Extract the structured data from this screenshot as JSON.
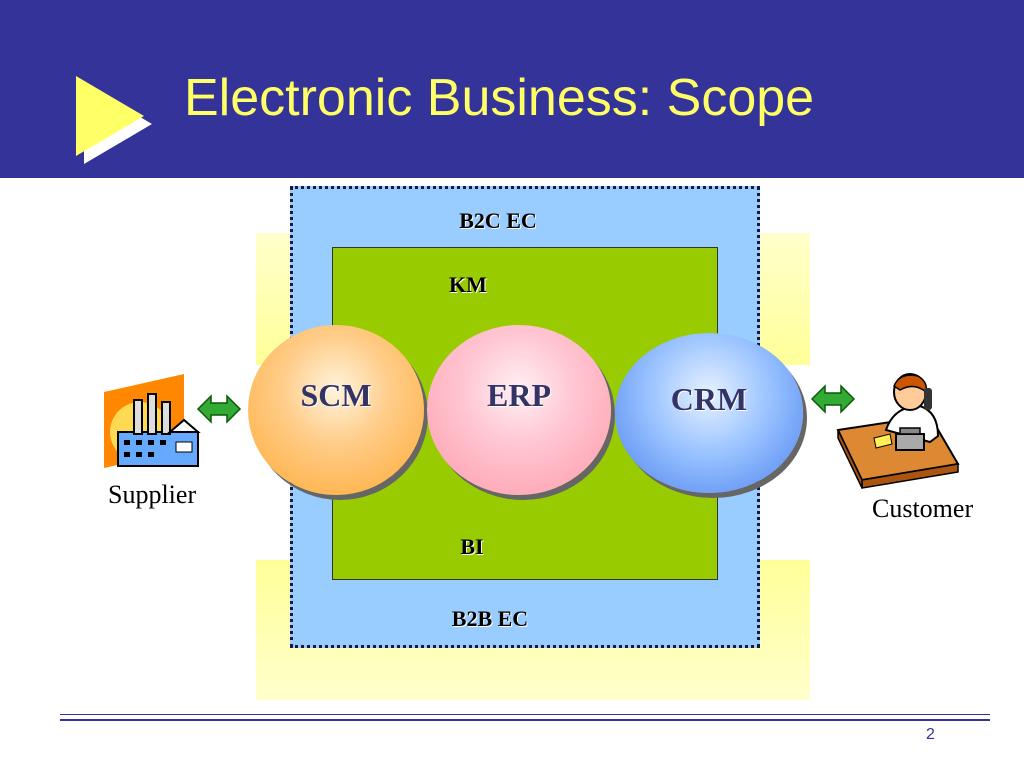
{
  "slide": {
    "title": "Electronic Business: Scope",
    "page_number": "2"
  },
  "diagram": {
    "outer_box_label": "B2C EC",
    "outer_box_bottom_label": "B2B EC",
    "inner_box_top_label": "KM",
    "inner_box_bottom_label": "BI",
    "circles": [
      {
        "label": "SCM",
        "color": "#ffaa33"
      },
      {
        "label": "ERP",
        "color": "#ff99aa"
      },
      {
        "label": "CRM",
        "color": "#4a80ee"
      }
    ],
    "left_party": {
      "label": "Supplier",
      "icon": "factory-icon"
    },
    "right_party": {
      "label": "Customer",
      "icon": "person-on-phone-icon"
    }
  },
  "colors": {
    "header_bg": "#333399",
    "title_text": "#ffff66",
    "outer_box": "#99ccff",
    "inner_box": "#99cc00",
    "band": "#ffff99",
    "arrow": "#33aa33"
  }
}
